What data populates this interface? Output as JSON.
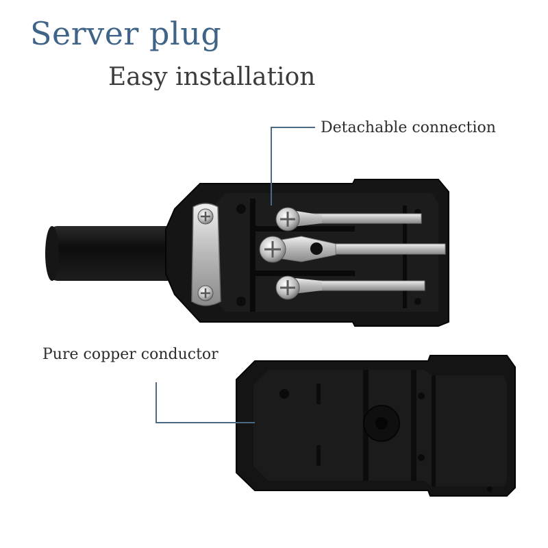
{
  "title": "Server plug",
  "subtitle": "Easy installation",
  "callouts": [
    {
      "label": "Detachable connection"
    },
    {
      "label": "Pure copper conductor"
    }
  ],
  "colors": {
    "title": "#3f6487",
    "subtitle": "#3c3c3c",
    "leader_line": "#4a6a86",
    "plastic": "#141414",
    "metal": "#c8c8c8"
  }
}
